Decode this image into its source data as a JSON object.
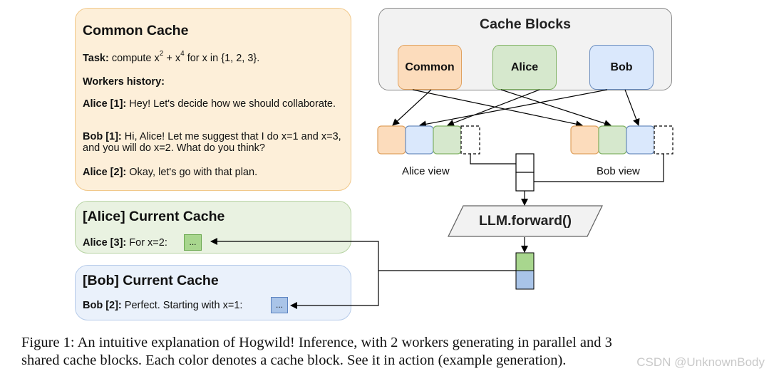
{
  "common_cache": {
    "title": "Common Cache",
    "task_label": "Task:",
    "task_text_a": "compute x",
    "task_sup_1": "2",
    "task_text_b": "+ x",
    "task_sup_2": "4",
    "task_text_c": "for x in {1, 2, 3}.",
    "history_heading": "Workers history:",
    "messages": [
      {
        "speaker": "Alice [1]:",
        "text": "Hey! Let's decide how we should collaborate."
      },
      {
        "speaker": "Bob [1]:",
        "text": "Hi, Alice! Let me suggest that I do x=1 and x=3, and you will do x=2. What do you think?"
      },
      {
        "speaker": "Alice [2]:",
        "text": "Okay, let's go with that plan."
      }
    ]
  },
  "alice_cache": {
    "title": "[Alice] Current Cache",
    "speaker": "Alice [3]:",
    "text": "For x=2:",
    "chip": "...",
    "chip_color": "#a8d68e"
  },
  "bob_cache": {
    "title": "[Bob] Current Cache",
    "speaker": "Bob [2]:",
    "text": "Perfect. Starting with x=1:",
    "chip": "...",
    "chip_color": "#a9c4e8"
  },
  "cache_blocks": {
    "title": "Cache Blocks",
    "blocks": [
      {
        "label": "Common",
        "fill": "#fcdcbc",
        "stroke": "#e0a260"
      },
      {
        "label": "Alice",
        "fill": "#d6e8cd",
        "stroke": "#82b366"
      },
      {
        "label": "Bob",
        "fill": "#dae8fc",
        "stroke": "#6c8ebf"
      }
    ]
  },
  "views": {
    "alice_label": "Alice view",
    "bob_label": "Bob view"
  },
  "llm": {
    "label": "LLM.forward()"
  },
  "colors": {
    "common_fill": "#fcdcbc",
    "alice_fill": "#d6e8cd",
    "bob_fill": "#dae8fc",
    "output_green": "#a8d68e",
    "output_blue": "#a9c4e8"
  },
  "caption": {
    "line1": "Figure 1: An intuitive explanation of Hogwild! Inference, with 2 workers generating in parallel and 3",
    "line2": "shared cache blocks. Each color denotes a cache block. See it in action (example generation)."
  },
  "watermark": "CSDN @UnknownBody"
}
